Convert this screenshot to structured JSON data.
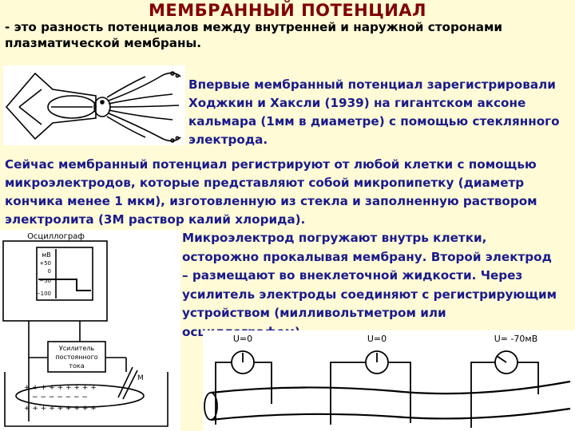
{
  "title": "МЕМБРАННЫЙ ПОТЕНЦИАЛ",
  "intro": {
    "line1": "- это разность потенциалов между внутренней и наружной сторонами",
    "line2": "плазматической мембраны."
  },
  "para1": "Впервые мембранный потенциал зарегистрировали Ходжкин и Хаксли (1939) на гигантском аксоне кальмара (1мм в диаметре) с помощью стеклянного электрода.",
  "para2": "Сейчас мембранный потенциал регистрируют от любой клетки с помощью микроэлектродов, которые представляют собой микропипетку (диаметр кончика менее 1 мкм), изготовленную из стекла и заполненную раствором электролита (3М раствор калий хлорида).",
  "para3": {
    "l1": "Микроэлектрод погружают внутрь клетки,",
    "l2": "осторожно прокалывая мембрану. Второй электрод",
    "l3": "– размещают во внеклеточной жидкости. Через",
    "l4": "усилитель электроды соединяют с регистрирующим",
    "l5": "устройством (милливольтметром или",
    "l6": "осциллографом)."
  },
  "oscilloscope": {
    "label": "Осциллограф",
    "unit": "мВ",
    "ticks": [
      "+50",
      "0",
      "−50",
      "−100"
    ],
    "amplifier": [
      "Усилитель",
      "постоянного",
      "тока"
    ],
    "electrode_label": "М"
  },
  "axon_figure": {
    "meters": [
      "U=0",
      "U=0",
      "U= -70мВ"
    ]
  },
  "colors": {
    "background": "#fffbd6",
    "title": "#800000",
    "text_blue": "#1a1a8c"
  }
}
